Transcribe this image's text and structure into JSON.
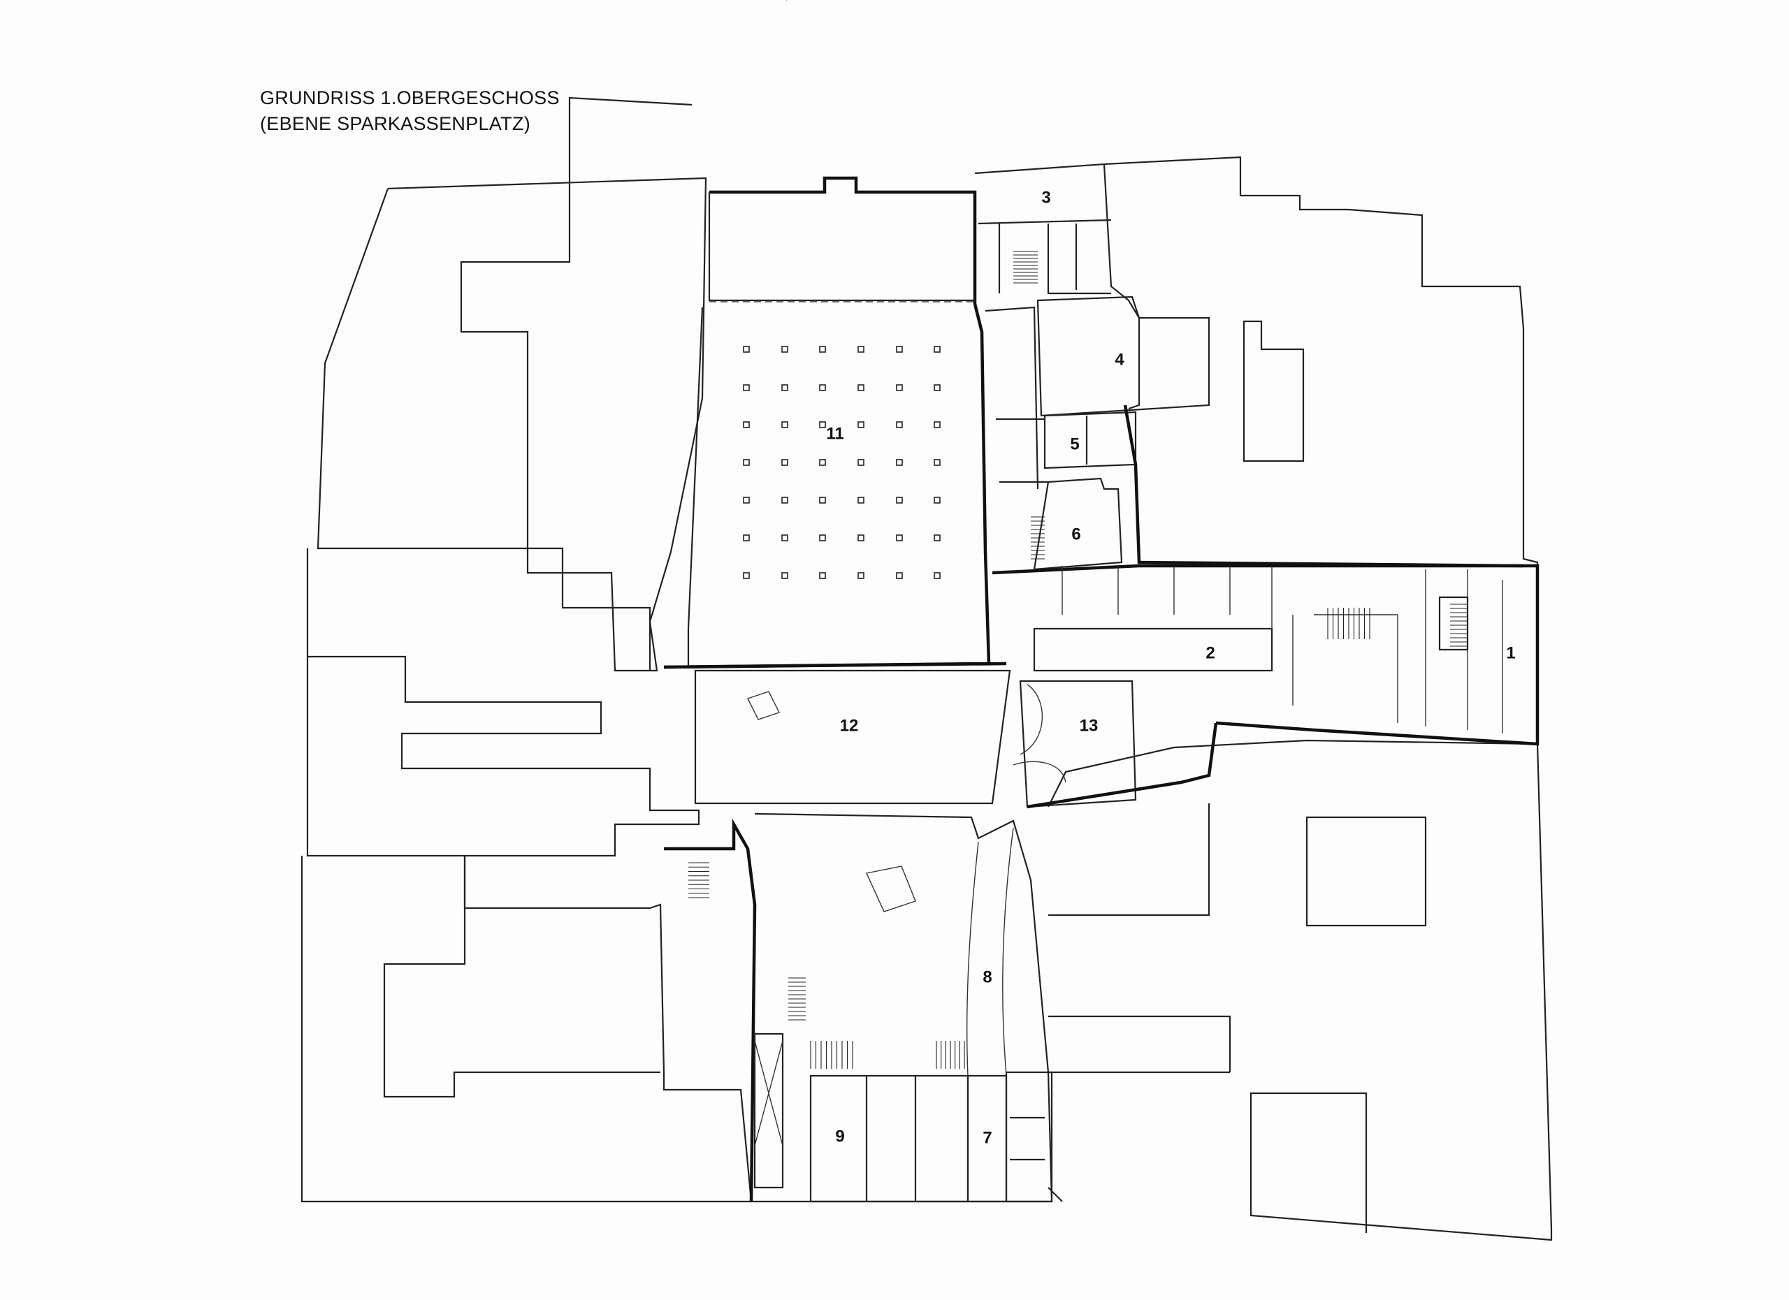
{
  "title": {
    "line1": "GRUNDRISS 1.OBERGESCHOSS",
    "line2": "(EBENE SPARKASSENPLATZ)"
  },
  "rooms": [
    {
      "id": "r1",
      "label": "1"
    },
    {
      "id": "r2",
      "label": "2"
    },
    {
      "id": "r3",
      "label": "3"
    },
    {
      "id": "r4",
      "label": "4"
    },
    {
      "id": "r5",
      "label": "5"
    },
    {
      "id": "r6",
      "label": "6"
    },
    {
      "id": "r7",
      "label": "7"
    },
    {
      "id": "r8",
      "label": "8"
    },
    {
      "id": "r9",
      "label": "9"
    },
    {
      "id": "r11",
      "label": "11"
    },
    {
      "id": "r12",
      "label": "12"
    },
    {
      "id": "r13",
      "label": "13"
    }
  ],
  "colors": {
    "line": "#222222",
    "paper": "#fdfdfd"
  }
}
